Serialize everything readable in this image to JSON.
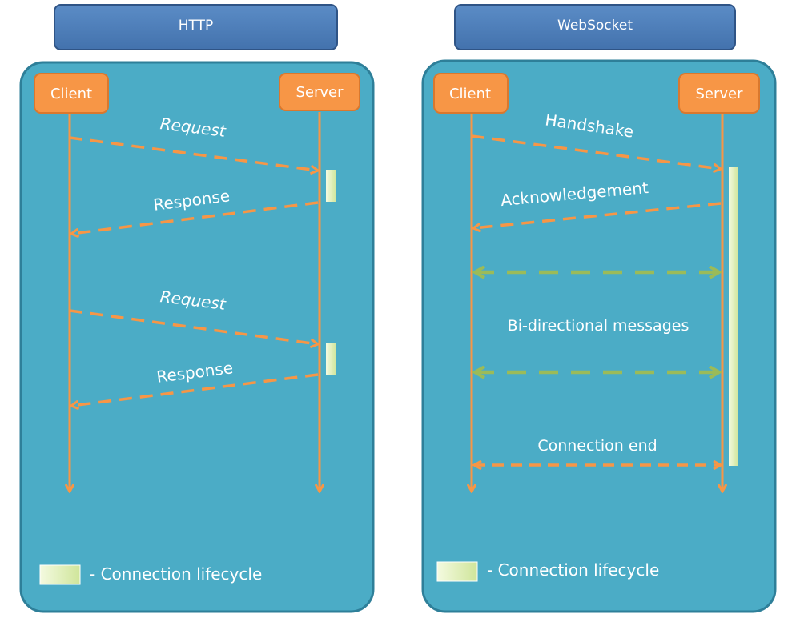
{
  "http": {
    "title": "HTTP",
    "client": "Client",
    "server": "Server",
    "request_1": "Request",
    "response_1": "Response",
    "request_2": "Request",
    "response_2": "Response",
    "legend": "- Connection lifecycle"
  },
  "websocket": {
    "title": "WebSocket",
    "client": "Client",
    "server": "Server",
    "handshake": "Handshake",
    "acknowledgement": "Acknowledgement",
    "bidirectional": "Bi-directional messages",
    "connection_end": "Connection end",
    "legend": "- Connection lifecycle"
  },
  "colors": {
    "title_bar": "#4f81bd",
    "panel": "#4bacc6",
    "panel_border": "#2e7f99",
    "actor_box": "#f79646",
    "orange_arrow": "#f79646",
    "green_arrow": "#9bbb59",
    "lifecycle_bar": "#ebf5c9"
  }
}
